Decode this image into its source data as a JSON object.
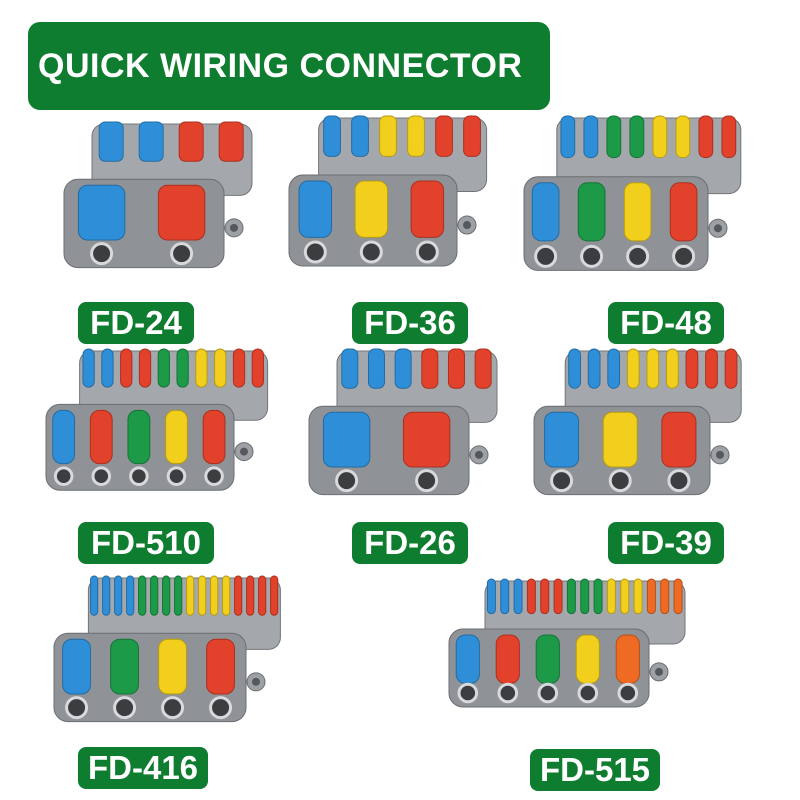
{
  "banner": {
    "title": "QUICK WIRING CONNECTOR"
  },
  "colors": {
    "banner_green": "#0f7d2f",
    "housing_gray": "#8f9296",
    "lever_blue": "#2e8fd8",
    "lever_red": "#e2412b",
    "lever_yellow": "#f1cf1c",
    "lever_green": "#1c9a48",
    "lever_orange": "#ef6a22"
  },
  "products": [
    {
      "label": "FD-24",
      "input_levers": [
        "blue",
        "red"
      ],
      "output_levers": [
        "blue",
        "blue",
        "red",
        "red"
      ]
    },
    {
      "label": "FD-36",
      "input_levers": [
        "blue",
        "yellow",
        "red"
      ],
      "output_levers": [
        "blue",
        "blue",
        "yellow",
        "yellow",
        "red",
        "red"
      ]
    },
    {
      "label": "FD-48",
      "input_levers": [
        "blue",
        "green",
        "yellow",
        "red"
      ],
      "output_levers": [
        "blue",
        "blue",
        "green",
        "green",
        "yellow",
        "yellow",
        "red",
        "red"
      ]
    },
    {
      "label": "FD-510",
      "input_levers": [
        "blue",
        "red",
        "green",
        "yellow",
        "red"
      ],
      "output_levers": [
        "blue",
        "blue",
        "red",
        "red",
        "green",
        "green",
        "yellow",
        "yellow",
        "red",
        "red"
      ]
    },
    {
      "label": "FD-26",
      "input_levers": [
        "blue",
        "red"
      ],
      "output_levers": [
        "blue",
        "blue",
        "blue",
        "red",
        "red",
        "red"
      ]
    },
    {
      "label": "FD-39",
      "input_levers": [
        "blue",
        "yellow",
        "red"
      ],
      "output_levers": [
        "blue",
        "blue",
        "blue",
        "yellow",
        "yellow",
        "yellow",
        "red",
        "red",
        "red"
      ]
    },
    {
      "label": "FD-416",
      "input_levers": [
        "blue",
        "green",
        "yellow",
        "red"
      ],
      "output_levers": [
        "blue",
        "blue",
        "blue",
        "blue",
        "green",
        "green",
        "green",
        "green",
        "yellow",
        "yellow",
        "yellow",
        "yellow",
        "red",
        "red",
        "red",
        "red"
      ]
    },
    {
      "label": "FD-515",
      "input_levers": [
        "blue",
        "red",
        "green",
        "yellow",
        "orange"
      ],
      "output_levers": [
        "blue",
        "blue",
        "blue",
        "red",
        "red",
        "red",
        "green",
        "green",
        "green",
        "yellow",
        "yellow",
        "yellow",
        "orange",
        "orange",
        "orange"
      ]
    }
  ]
}
